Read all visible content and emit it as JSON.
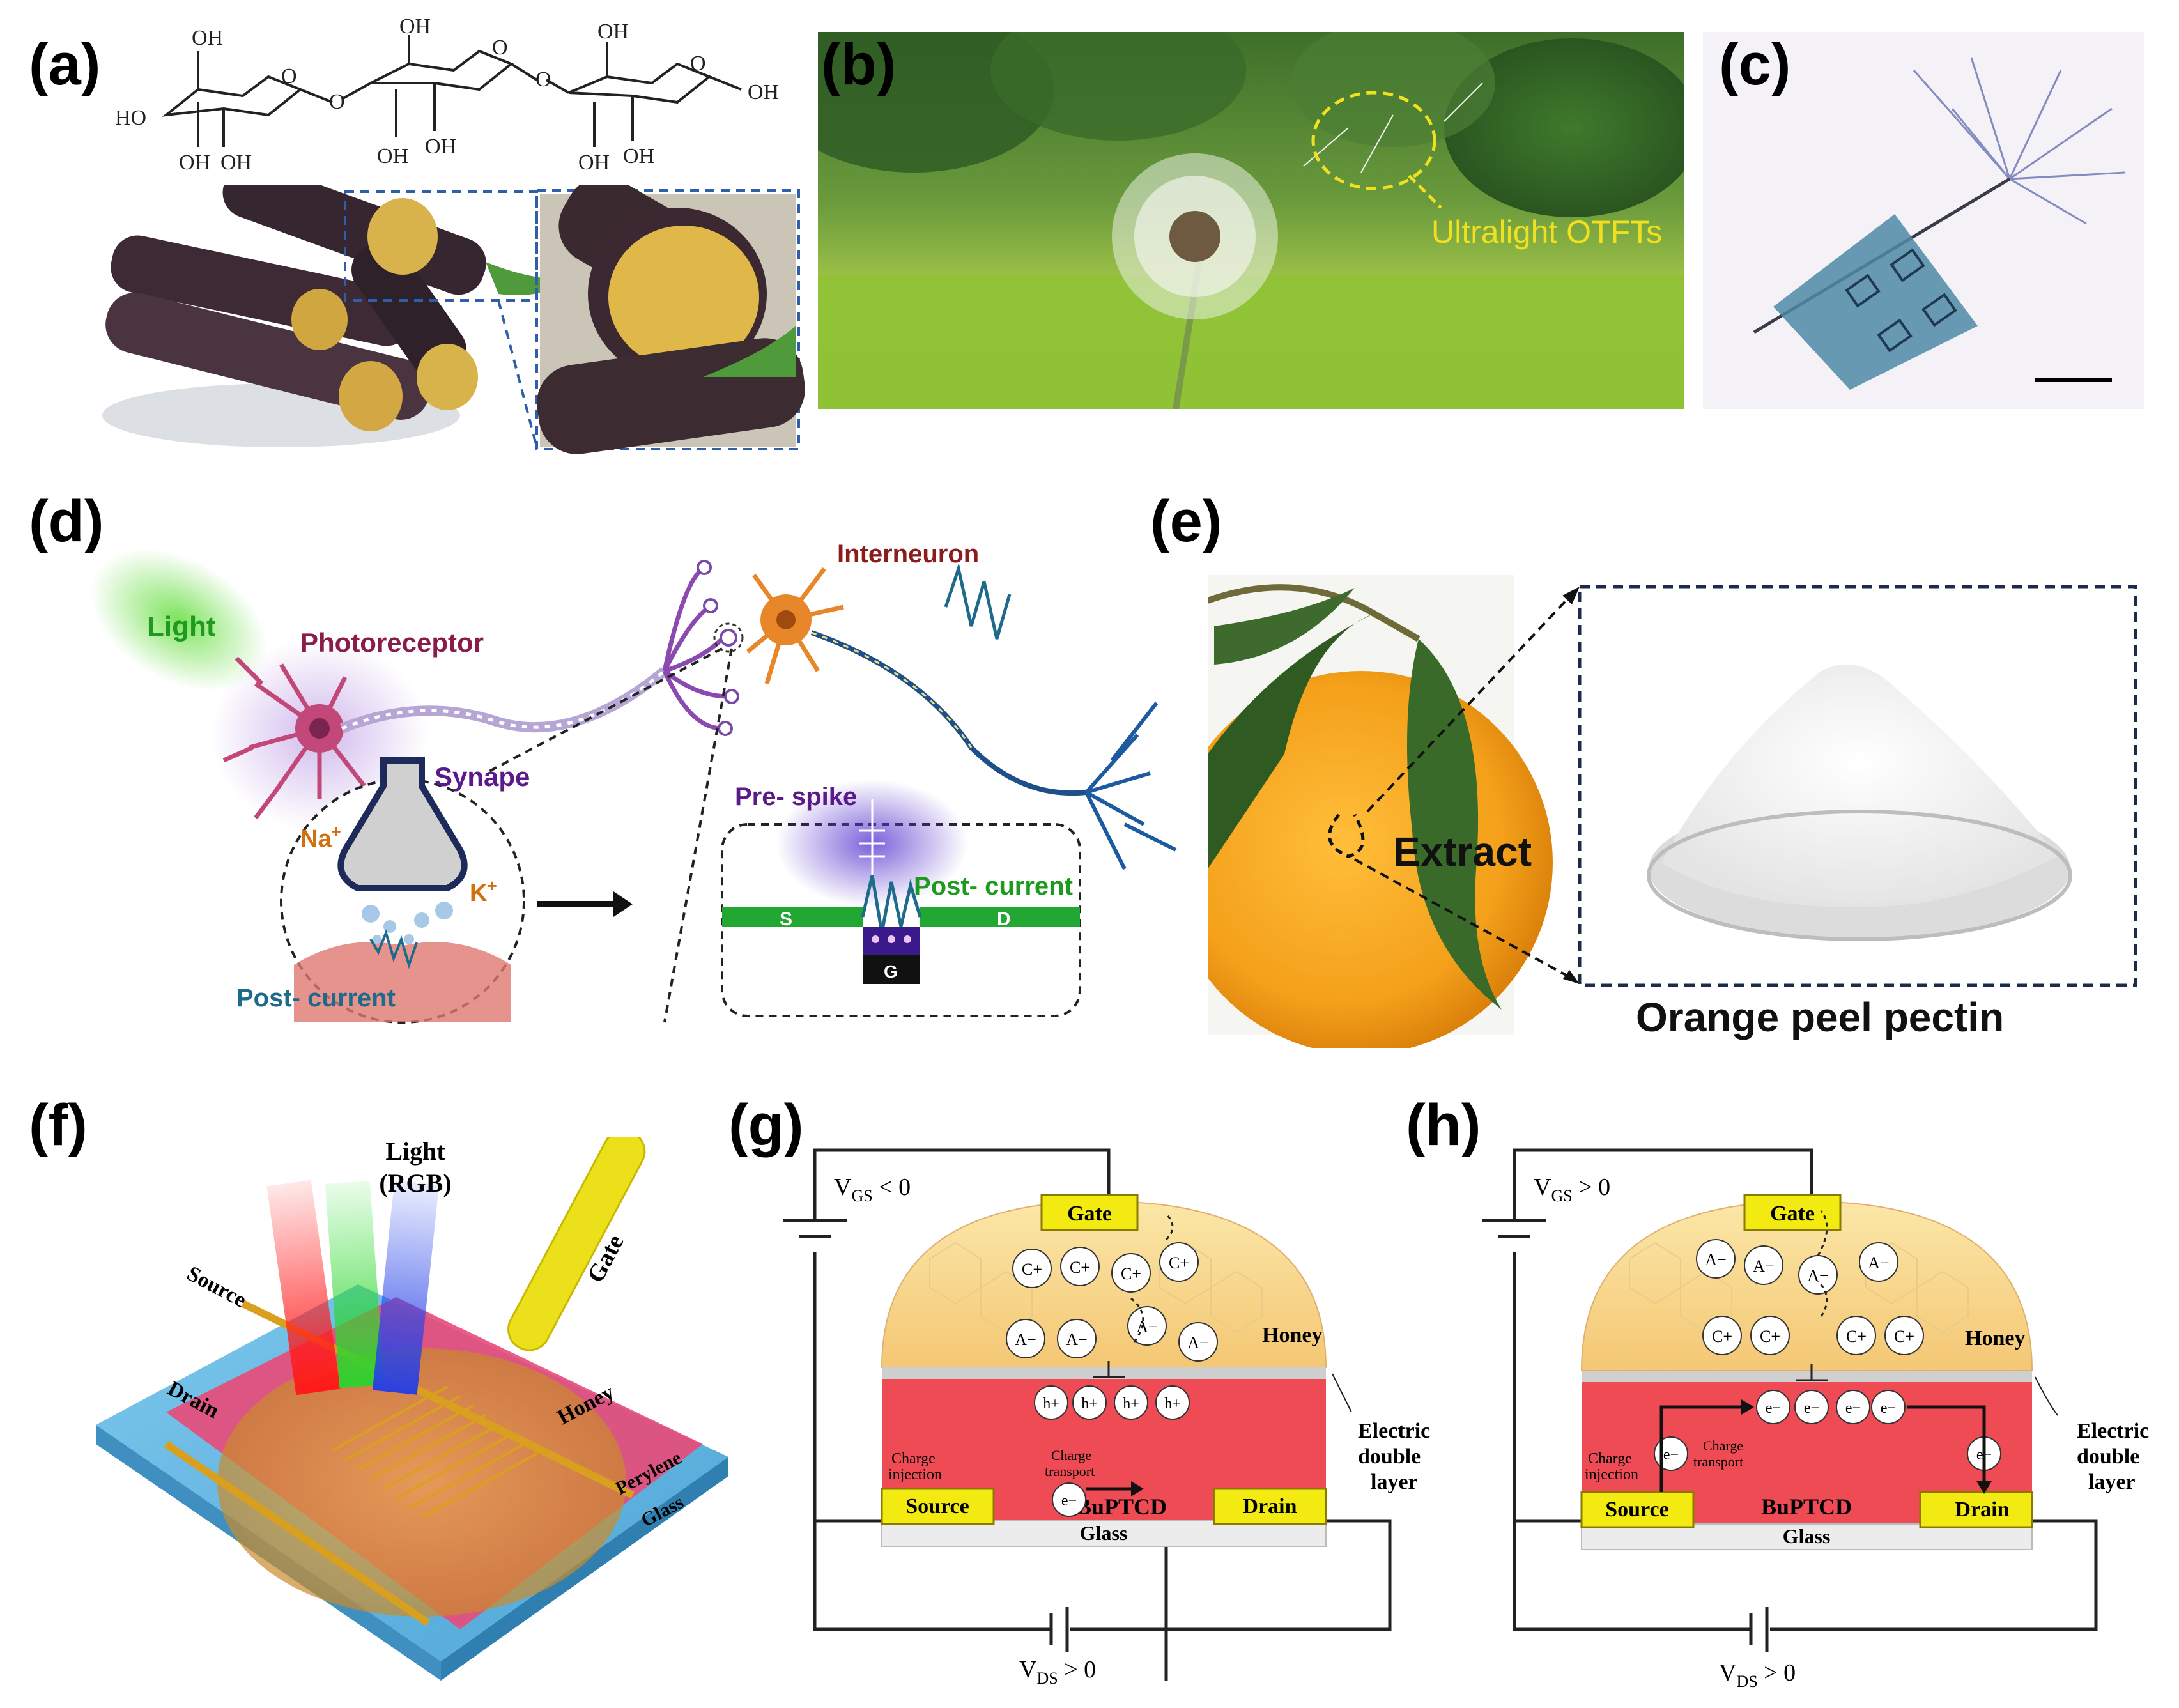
{
  "panels": {
    "a": {
      "label": "(a)",
      "chem": {
        "oh_labels": [
          "OH",
          "OH",
          "OH"
        ],
        "ho_left": "HO",
        "oh_bottom": [
          "OH",
          "OH",
          "OH",
          "OH",
          "OH",
          "OH"
        ],
        "o_links": [
          "O",
          "O"
        ],
        "ring_o": [
          "O",
          "O",
          "O"
        ],
        "end": "OH"
      }
    },
    "b": {
      "label": "(b)",
      "annotation": "Ultralight OTFTs"
    },
    "c": {
      "label": "(c)"
    },
    "d": {
      "label": "(d)",
      "texts": {
        "light": "Light",
        "photoreceptor": "Photoreceptor",
        "interneuron": "Interneuron",
        "synapse": "Synape",
        "na": "Na",
        "na_sup": "+",
        "k": "K",
        "k_sup": "+",
        "pre_spike": "Pre- spike",
        "post_current_right": "Post- current",
        "post_current_left": "Post- current",
        "s": "S",
        "d": "D",
        "g": "G"
      }
    },
    "e": {
      "label": "(e)",
      "extract": "Extract",
      "caption": "Orange peel pectin"
    },
    "f": {
      "label": "(f)",
      "texts": {
        "light": "Light",
        "rgb": "(RGB)",
        "gate": "Gate",
        "source": "Source",
        "drain": "Drain",
        "honey": "Honey",
        "perylene": "Perylene",
        "glass": "Glass"
      }
    },
    "g": {
      "label": "(g)",
      "vgs": "V",
      "vgs_sub": "GS",
      "vgs_rel": " < 0",
      "vds": "V",
      "vds_sub": "DS",
      "vds_rel": " > 0",
      "gate": "Gate",
      "honey": "Honey",
      "edl": [
        "Electric",
        "double",
        "layer"
      ],
      "charge_injection": [
        "Charge",
        "injection"
      ],
      "charge_transport": [
        "Charge",
        "transport"
      ],
      "semiconductor": "BuPTCD",
      "source": "Source",
      "drain": "Drain",
      "glass": "Glass",
      "top_ions": [
        "C+",
        "C+",
        "C+",
        "C+"
      ],
      "mid_ions": [
        "A−",
        "A−",
        "A−",
        "A−"
      ],
      "carriers": [
        "h+",
        "h+",
        "h+",
        "h+"
      ],
      "electron": "e−"
    },
    "h": {
      "label": "(h)",
      "vgs": "V",
      "vgs_sub": "GS",
      "vgs_rel": " > 0",
      "vds": "V",
      "vds_sub": "DS",
      "vds_rel": " > 0",
      "gate": "Gate",
      "honey": "Honey",
      "edl": [
        "Electric",
        "double",
        "layer"
      ],
      "charge_injection": [
        "Charge",
        "injection"
      ],
      "charge_transport": [
        "Charge",
        "transport"
      ],
      "semiconductor": "BuPTCD",
      "source": "Source",
      "drain": "Drain",
      "glass": "Glass",
      "top_ions": [
        "A−",
        "A−",
        "A−",
        "A−"
      ],
      "mid_ions": [
        "C+",
        "C+",
        "C+",
        "C+"
      ],
      "carriers": [
        "e−",
        "e−",
        "e−",
        "e−"
      ],
      "electron": "e−"
    }
  },
  "colors": {
    "dashed_blue": "#2f5fa8",
    "annotation_yellow": "#f0e020",
    "neuron_pink": "#c2487a",
    "neuron_orange": "#e8862a",
    "axon_purple": "#7a4aa8",
    "green_electrode": "#22a832",
    "honey": "#f6d98c",
    "semiconductor_red": "#ee4b55",
    "electrode_yellow": "#f2ea10"
  }
}
